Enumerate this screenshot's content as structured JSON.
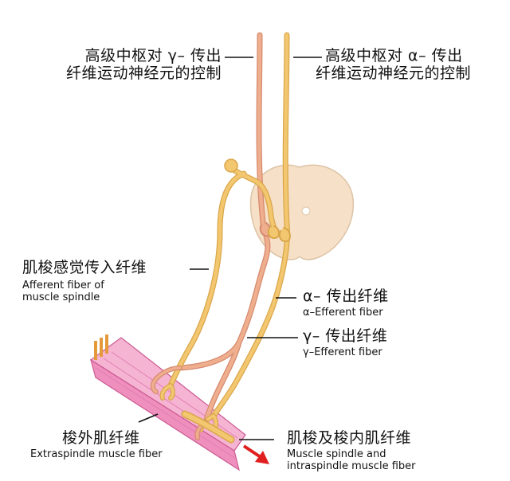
{
  "labels": {
    "top_left": {
      "line1": "高级中枢对 γ– 传出",
      "line2": "纤维运动神经元的控制"
    },
    "top_right": {
      "line1": "高级中枢对 α– 传出",
      "line2": "纤维运动神经元的控制"
    },
    "afferent": {
      "zh": "肌梭感觉传入纤维",
      "en1": "Afferent fiber of",
      "en2": "muscle spindle"
    },
    "alpha": {
      "zh": "α– 传出纤维",
      "en": "α–Efferent fiber"
    },
    "gamma": {
      "zh": "γ– 传出纤维",
      "en": "γ–Efferent fiber"
    },
    "extrafusal": {
      "zh": "梭外肌纤维",
      "en": "Extraspindle muscle fiber"
    },
    "spindle": {
      "zh": "肌梭及梭内肌纤维",
      "en1": "Muscle spindle and",
      "en2": "intraspindle muscle fiber"
    }
  },
  "colors": {
    "nerve_yellow": "#f3c770",
    "nerve_yellow_edge": "#d9a64a",
    "nerve_pink": "#efaf8e",
    "nerve_pink_edge": "#d58a6e",
    "spinal_cord": "#f6e0c8",
    "spinal_cord_edge": "#dcc3a5",
    "muscle": "#ef8fbd",
    "muscle_edge": "#cc5b93",
    "arrow": "#e02020"
  }
}
